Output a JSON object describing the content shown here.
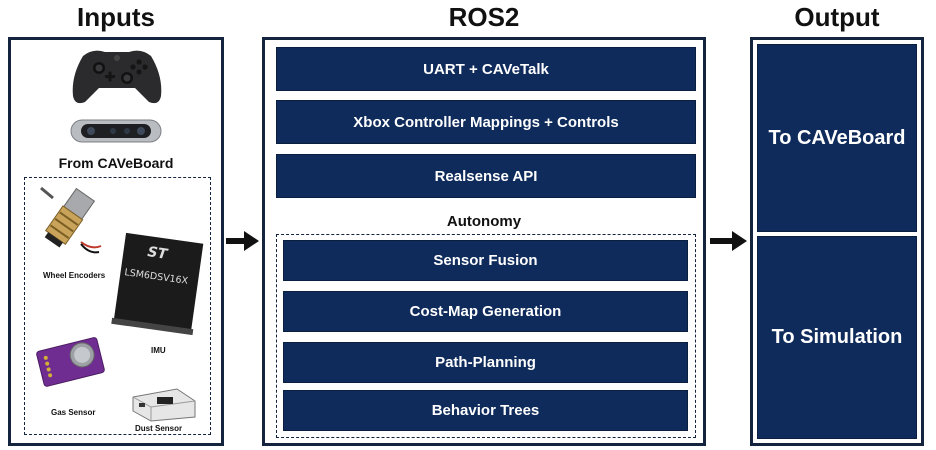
{
  "headers": {
    "inputs": "Inputs",
    "ros2": "ROS2",
    "output": "Output"
  },
  "inputs": {
    "caveboard_label": "From CAVeBoard",
    "imu_chip_text": "LSM6DSV16X",
    "sensors": {
      "wheel_encoders": "Wheel Encoders",
      "imu": "IMU",
      "gas_sensor": "Gas Sensor",
      "dust_sensor": "Dust Sensor"
    }
  },
  "ros2": {
    "blocks": [
      "UART + CAVeTalk",
      "Xbox Controller Mappings + Controls",
      "Realsense API"
    ],
    "autonomy_label": "Autonomy",
    "autonomy_blocks": [
      "Sensor Fusion",
      "Cost-Map Generation",
      "Path-Planning",
      "Behavior Trees"
    ]
  },
  "output": {
    "blocks": [
      "To CAVeBoard",
      "To Simulation"
    ]
  },
  "colors": {
    "navy": "#0f2b5b",
    "border": "#14243f"
  }
}
